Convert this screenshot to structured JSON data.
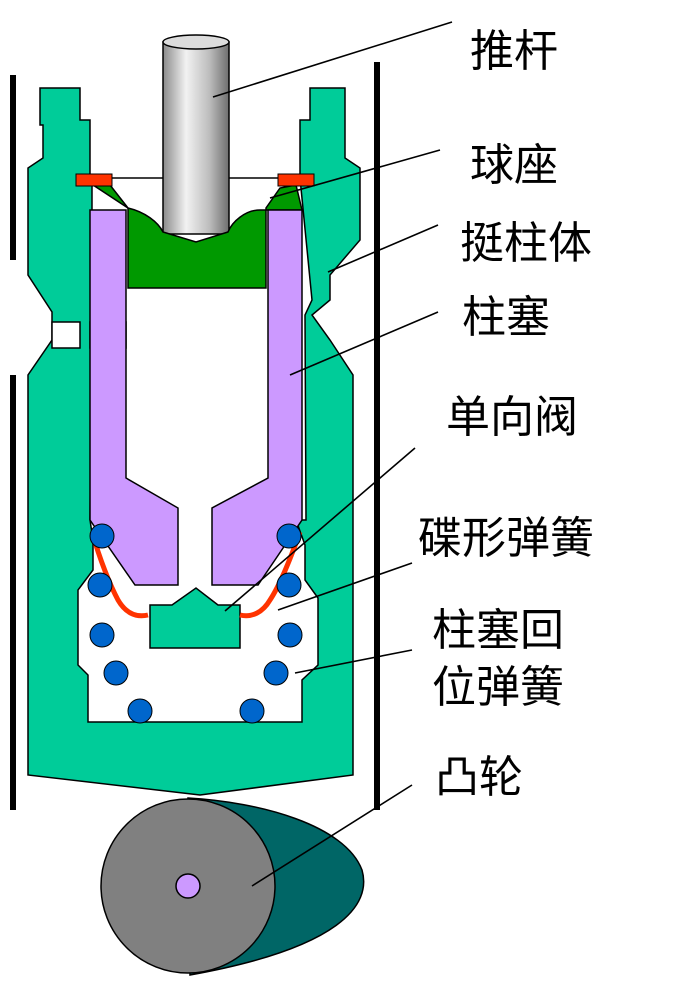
{
  "labels": {
    "push_rod": "推杆",
    "ball_seat": "球座",
    "tappet_body": "挺柱体",
    "plunger": "柱塞",
    "check_valve": "单向阀",
    "disc_spring": "碟形弹簧",
    "return_spring_line1": "柱塞回",
    "return_spring_line2": "位弹簧",
    "cam": "凸轮"
  },
  "colors": {
    "tappet_body": "#00CC99",
    "plunger": "#CC99FF",
    "ball_seat": "#009900",
    "spring_coil": "#0066CC",
    "disc_spring": "#FF3300",
    "cam_face": "#808080",
    "cam_side": "#006666",
    "push_rod": "#BFBFBF"
  }
}
